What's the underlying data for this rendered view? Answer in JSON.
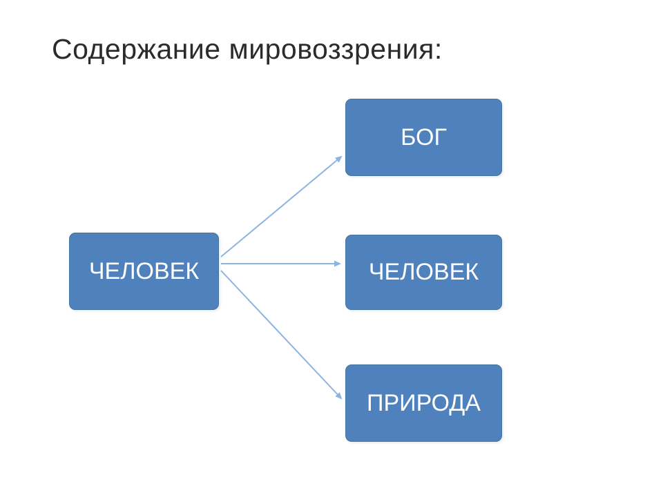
{
  "slide": {
    "title": "Содержание мировоззрения:"
  },
  "diagram": {
    "type": "radial-one-to-many",
    "source_node": {
      "label": "ЧЕЛОВЕК"
    },
    "target_nodes": [
      {
        "label": "БОГ"
      },
      {
        "label": "ЧЕЛОВЕК"
      },
      {
        "label": "ПРИРОДА"
      }
    ],
    "edges": [
      {
        "from": "ЧЕЛОВЕК",
        "to": "БОГ"
      },
      {
        "from": "ЧЕЛОВЕК",
        "to": "ЧЕЛОВЕК"
      },
      {
        "from": "ЧЕЛОВЕК",
        "to": "ПРИРОДА"
      }
    ],
    "colors": {
      "node_fill": "#4f81bd",
      "node_text": "#ffffff",
      "arrow": "#8db3e2",
      "title_text": "#2b2b2b"
    }
  }
}
